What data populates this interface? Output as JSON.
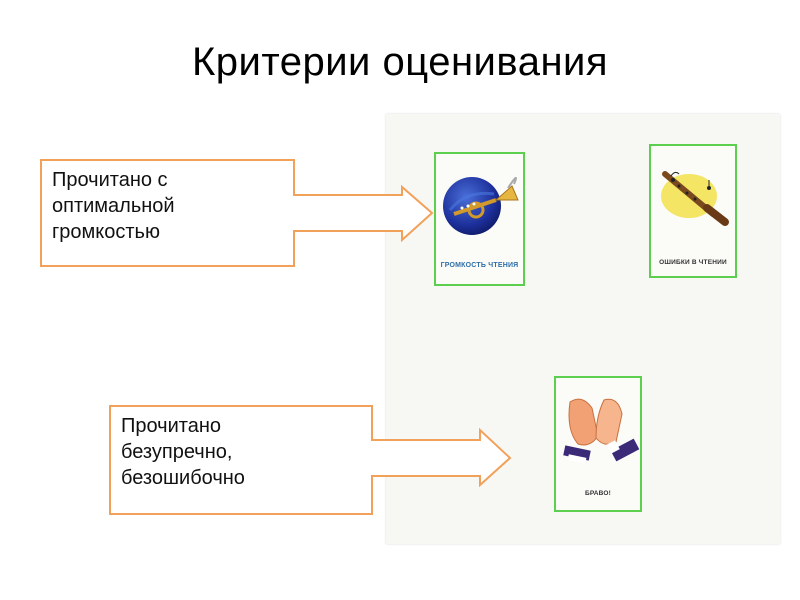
{
  "title": "Критерии оценивания",
  "callouts": {
    "top": {
      "lines": [
        "Прочитано с",
        "оптимальной",
        "громкостью"
      ]
    },
    "bottom": {
      "lines": [
        "Прочитано",
        "безупречно,",
        "безошибочно"
      ]
    }
  },
  "cards": {
    "volume": {
      "label": "ГРОМКОСТЬ ЧТЕНИЯ",
      "icon": "trumpet-icon"
    },
    "errors": {
      "label": "ОШИБКИ В ЧТЕНИИ",
      "icon": "flute-icon"
    },
    "bravo": {
      "label": "БРАВО!",
      "icon": "clapping-hands-icon"
    }
  },
  "colors": {
    "callout_border": "#f2a15a",
    "card_border": "#5ccf4f"
  }
}
